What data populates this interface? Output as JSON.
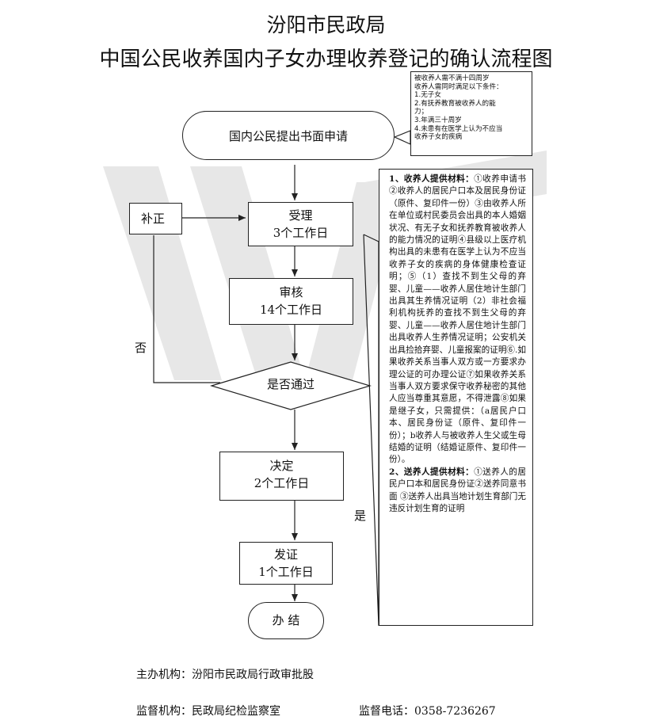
{
  "title_line1": "汾阳市民政局",
  "title_line2": "中国公民收养国内子女办理收养登记的确认流程图",
  "nodes": {
    "apply": "国内公民提出书面申请",
    "accept_title": "受理",
    "accept_days": "3个工作日",
    "review_title": "审核",
    "review_days": "14个工作日",
    "decision": "是否通过",
    "decide_title": "决定",
    "decide_days": "2个工作日",
    "issue_title": "发证",
    "issue_days": "1个工作日",
    "end": "办 结",
    "correction": "补正"
  },
  "labels": {
    "no": "否",
    "yes": "是"
  },
  "condition_note": [
    "被收养人需不满十四周岁",
    "收养人需同时满足以下条件：",
    "1.无子女",
    "2.有抚养教育被收养人的能",
    "力；",
    "3.年满三十周岁",
    "4.未患有在医学上认为不应当",
    "收养子女的疾病"
  ],
  "materials": {
    "adopter_heading": "1、收养人提供材料：",
    "adopter_text": "①收养申请书②收养人的居民户口本及居民身份证（原件、复印件一份）③由收养人所在单位或村民委员会出具的本人婚姻状况、有无子女和抚养教育被收养人的能力情况的证明④县级以上医疗机构出具的未患有在医学上认为不应当收养子女的疾病的身体健康检查证明；⑤（1）查找不到生父母的弃婴、儿童——收养人居住地计生部门出具其生养情况证明（2）非社会福利机构抚养的查找不到生父母的弃婴、儿童——收养人居住地计生部门出具收养人生养情况证明；公安机关出具捡拾弃婴、儿童报案的证明⑥.如果收养关系当事人双方或一方要求办理公证的可办理公证⑦如果收养关系当事人双方要求保守收养秘密的其他人应当尊重其意愿，不得泄露⑧如果是继子女，只需提供：（a居民户口本、居民身份证（原件、复印件一份）；b收养人与被收养人生父或生母结婚的证明（结婚证原件、复印件一份）。",
    "sender_heading": "2、送养人提供材料：",
    "sender_text": "①送养人的居民户口本和居民身份证②送养同意书面 ③送养人出具当地计划生育部门无违反计划生育的证明"
  },
  "footer": {
    "host": "主办机构：汾阳市民政局行政审批股",
    "supervisor": "监督机构：民政局纪检监察室",
    "phone": "监督电话：0358-7236267"
  }
}
